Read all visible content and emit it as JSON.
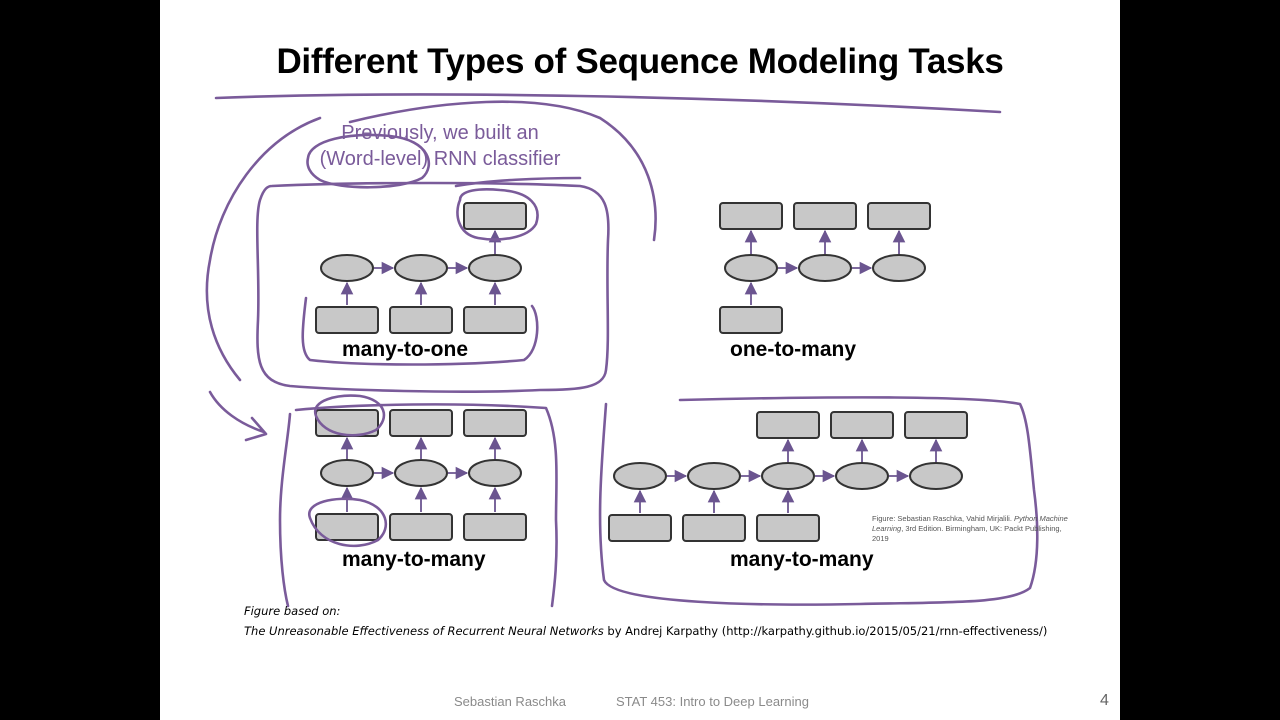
{
  "slide": {
    "title": "Different Types of Sequence Modeling Tasks",
    "annotation": {
      "line1": "Previously, we built an",
      "line2": "(Word-level) RNN classifier"
    },
    "diagrams": {
      "many_to_one": "many-to-one",
      "one_to_many": "one-to-many",
      "many_to_many_sync": "many-to-many",
      "many_to_many_delayed": "many-to-many"
    },
    "figure_credit": {
      "text1": "Figure: Sebastian Raschka, Vahid Mirjalili. ",
      "book": "Python Machine Learning",
      "text2": ", 3rd Edition. Birmingham, UK: Packt Publishing, 2019"
    },
    "based_on": {
      "label": "Figure based on:",
      "article": "The Unreasonable Effectiveness of Recurrent Neural Networks",
      "by": " by Andrej Karpathy (",
      "url": "http://karpathy.github.io/2015/05/21/rnn-effectiveness/",
      "close": ")"
    },
    "footer": {
      "author": "Sebastian Raschka",
      "course": "STAT 453: Intro to Deep Learning",
      "page": "4"
    },
    "colors": {
      "ink": "#7a5b9a",
      "box_fill": "#c8c8c8",
      "stroke": "#333333"
    }
  }
}
